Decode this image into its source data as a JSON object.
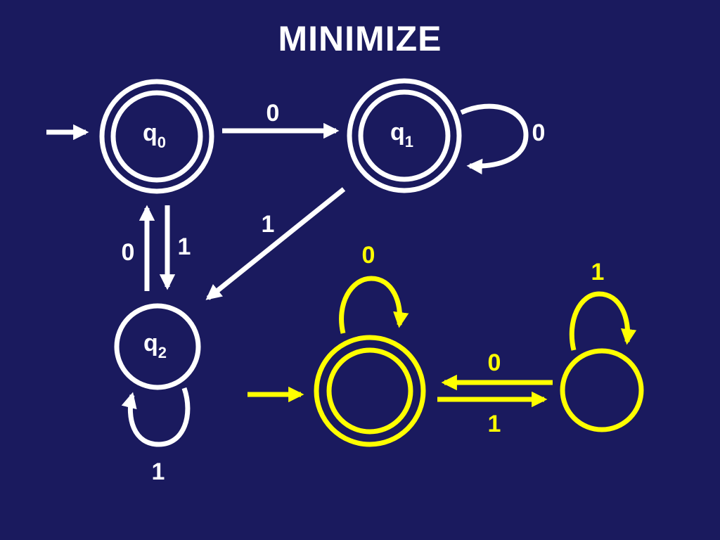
{
  "title": "MINIMIZE",
  "colors": {
    "background": "#1a1a5e",
    "original": "#ffffff",
    "minimized": "#ffff00"
  },
  "original_dfa": {
    "states": [
      {
        "label": "q",
        "sub": "0"
      },
      {
        "label": "q",
        "sub": "1"
      },
      {
        "label": "q",
        "sub": "2"
      }
    ],
    "transitions": {
      "q0_q1": "0",
      "q1_loop": "0",
      "q1_q2": "1",
      "q2_q0": "0",
      "q0_q2": "1",
      "q2_loop": "1"
    }
  },
  "minimized_dfa": {
    "transitions": {
      "a_loop": "0",
      "b_loop": "1",
      "b_a": "0",
      "a_b": "1"
    }
  }
}
